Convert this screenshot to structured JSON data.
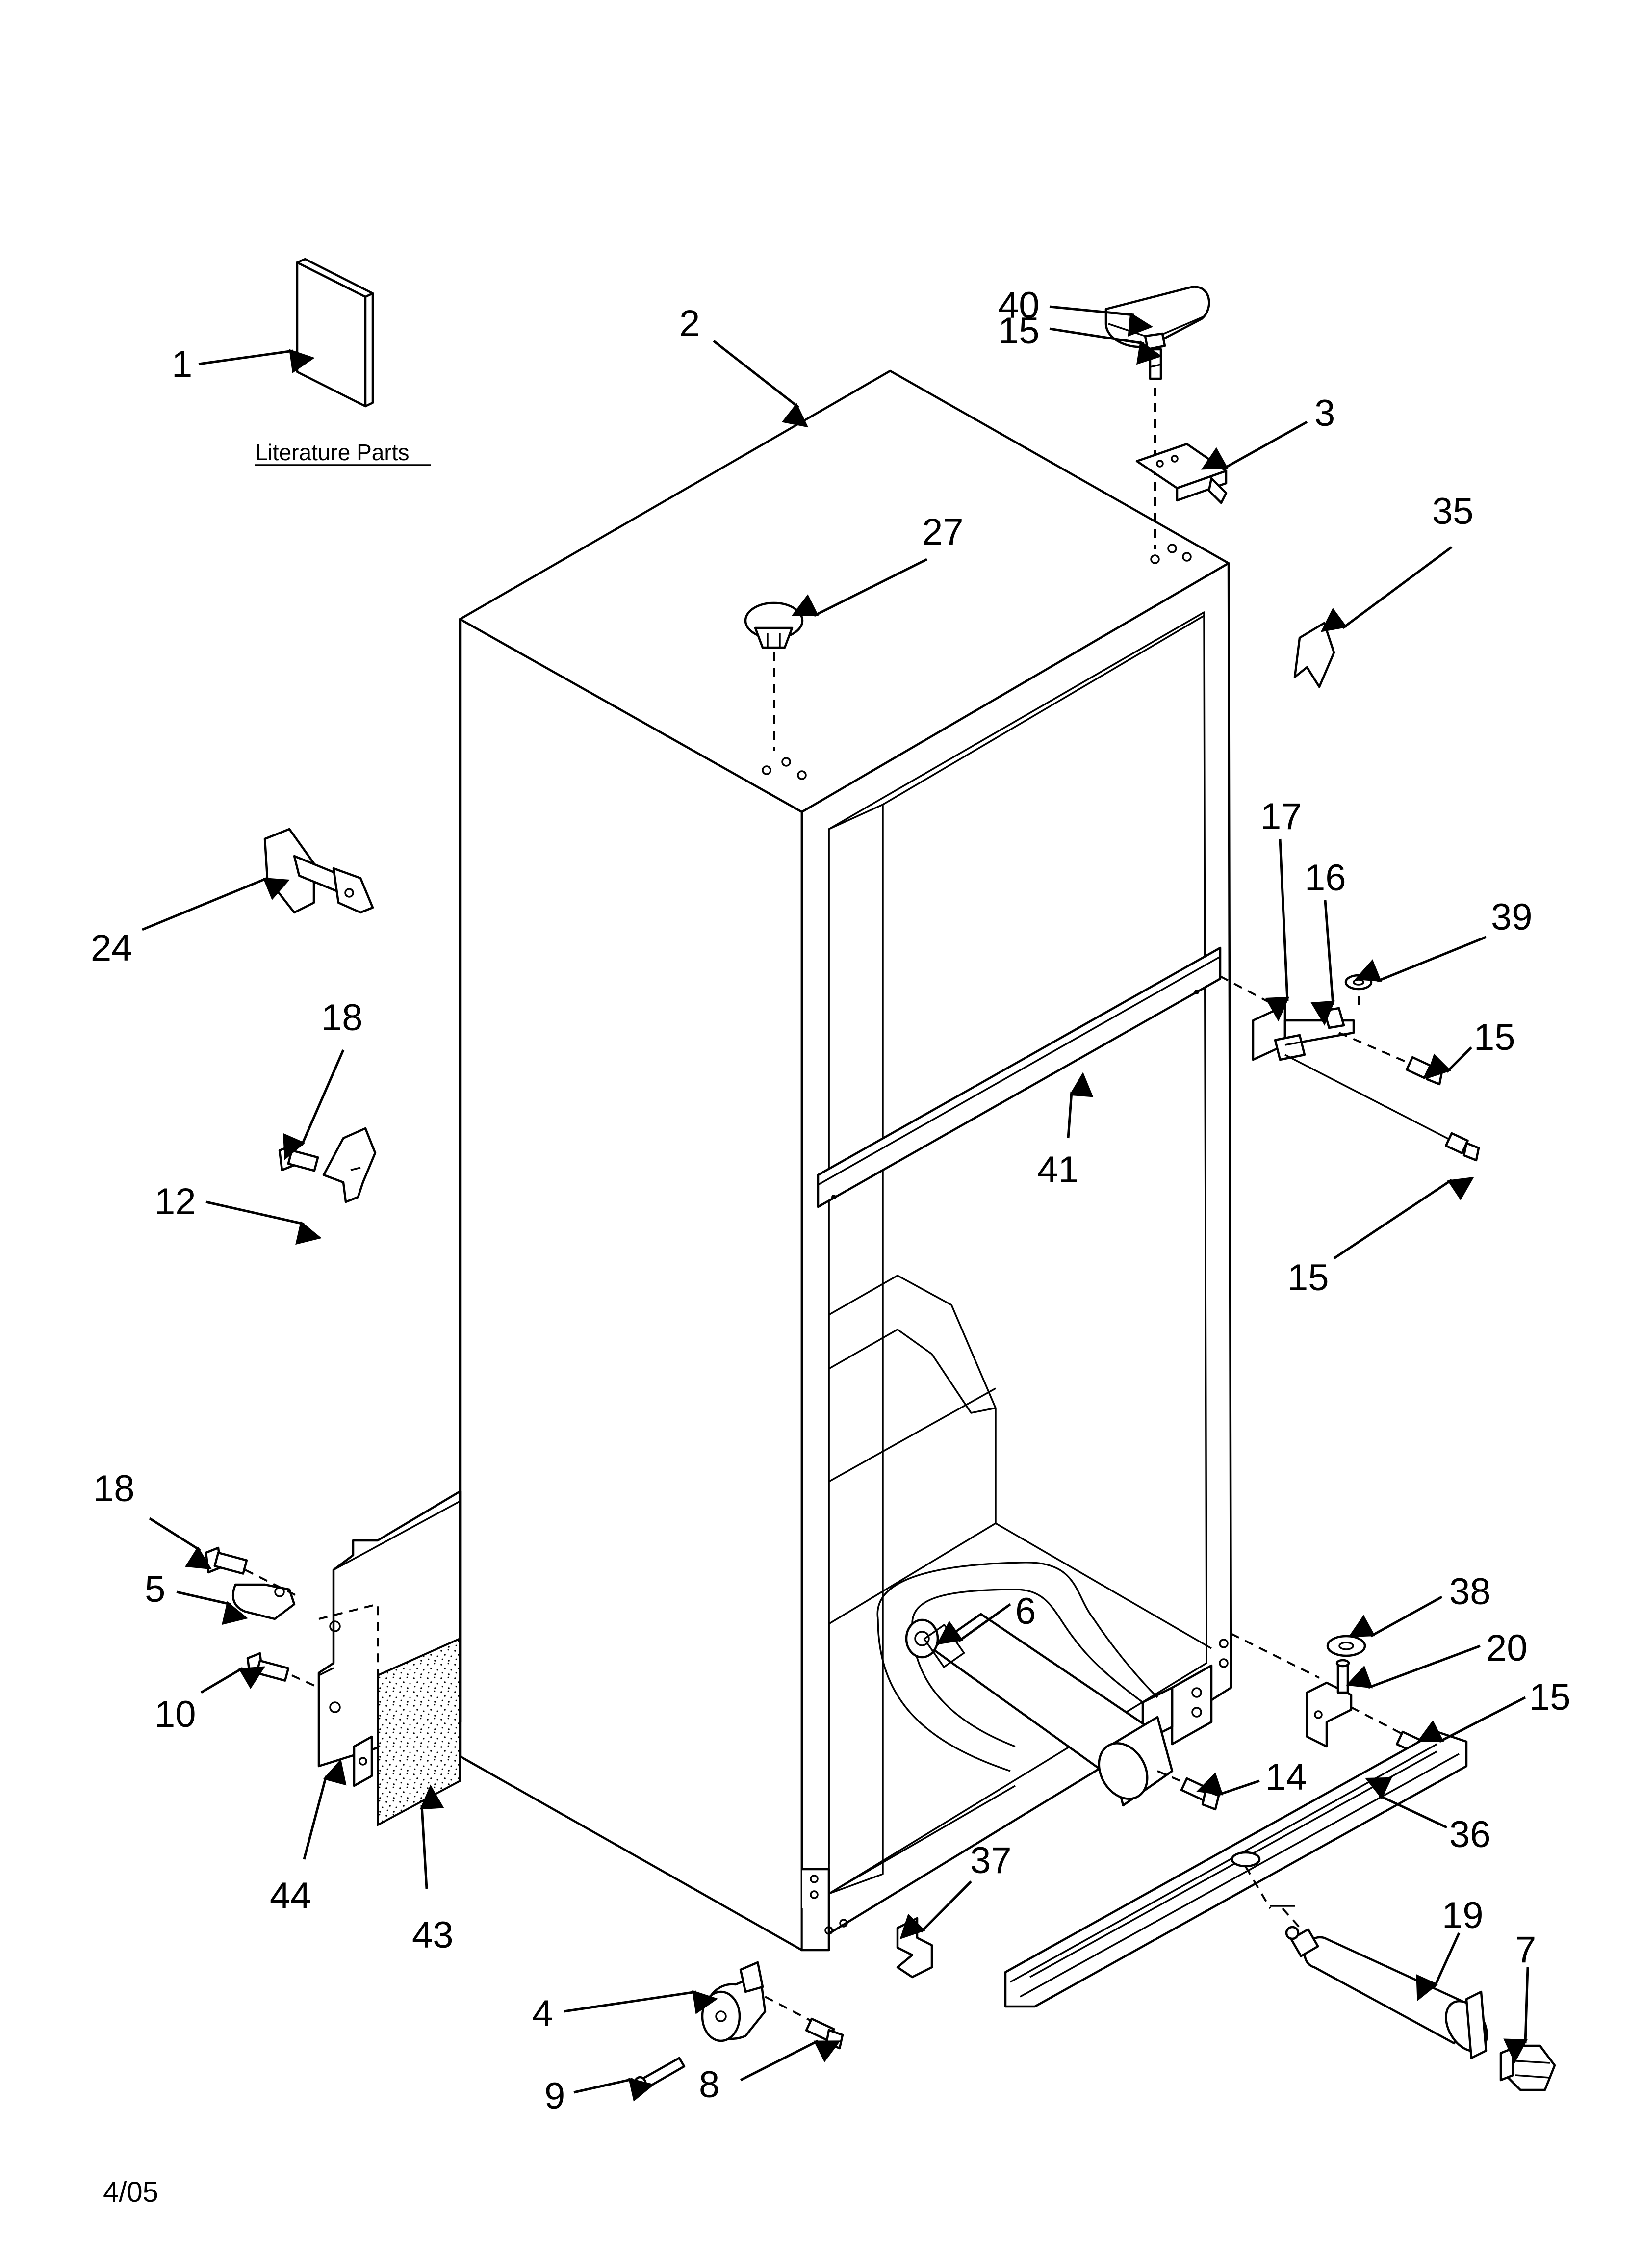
{
  "literature_caption": "Literature Parts",
  "date_code": "4/05",
  "callouts": {
    "c1": "1",
    "c2": "2",
    "c40": "40",
    "c15a": "15",
    "c3": "3",
    "c35": "35",
    "c27": "27",
    "c24": "24",
    "c18a": "18",
    "c12": "12",
    "c17": "17",
    "c16": "16",
    "c39": "39",
    "c15b": "15",
    "c41": "41",
    "c15c": "15",
    "c18b": "18",
    "c5": "5",
    "c10": "10",
    "c44": "44",
    "c43": "43",
    "c6": "6",
    "c38": "38",
    "c20": "20",
    "c15d": "15",
    "c14": "14",
    "c36": "36",
    "c37": "37",
    "c19": "19",
    "c7": "7",
    "c4": "4",
    "c9": "9",
    "c8": "8"
  }
}
